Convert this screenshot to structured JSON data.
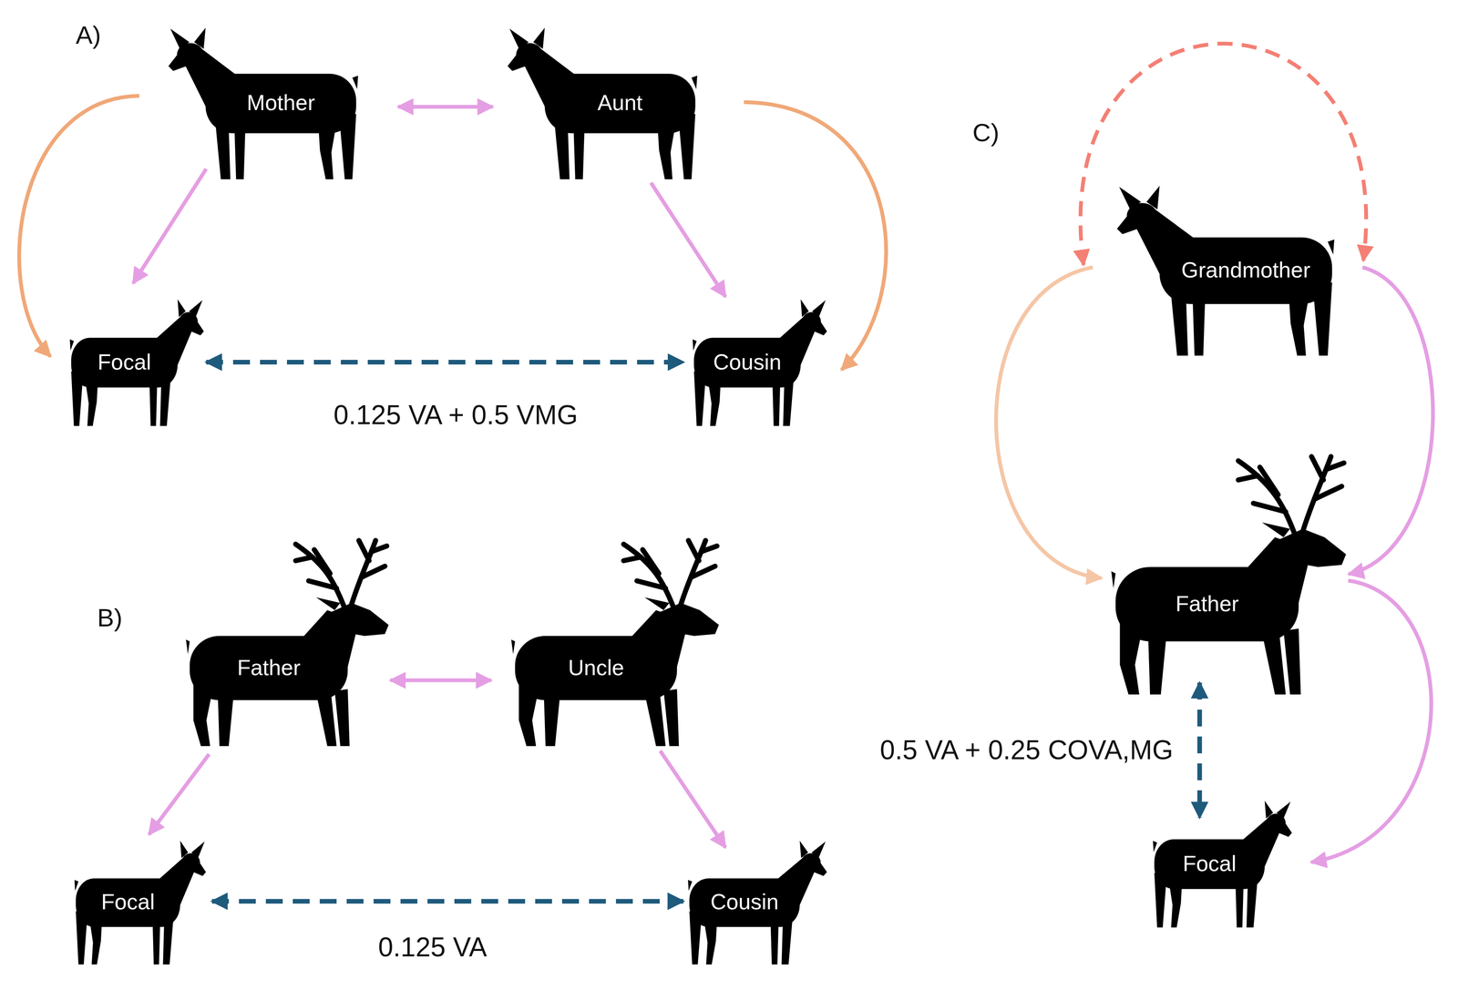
{
  "diagram": {
    "nodes": [
      {
        "text": [
          "Mother"
        ]
      },
      {
        "text": [
          "Aunt"
        ]
      },
      {
        "text": [
          "Focal"
        ]
      },
      {
        "text": [
          "Cousin"
        ]
      },
      {
        "text": [
          "Father"
        ]
      },
      {
        "text": [
          "Uncle"
        ]
      },
      {
        "text": [
          "Focal"
        ]
      },
      {
        "text": [
          "Cousin"
        ]
      },
      {
        "text": [
          "Grandmother"
        ]
      },
      {
        "text": [
          "Father"
        ]
      },
      {
        "text": [
          "Focal"
        ]
      }
    ],
    "edges": [
      {
        "from": 0,
        "to": 1,
        "arrow": "both"
      },
      {
        "from": 0,
        "to": 2,
        "arrow": "to"
      },
      {
        "from": 0,
        "to": 2,
        "arrow": "to"
      },
      {
        "from": 1,
        "to": 3,
        "arrow": "to"
      },
      {
        "from": 1,
        "to": 3,
        "arrow": "to"
      },
      {
        "from": 2,
        "to": 3,
        "arrow": "both",
        "label": "0.125 VA + 0.5 VMG"
      },
      {
        "from": 4,
        "to": 5,
        "arrow": "both"
      },
      {
        "from": 4,
        "to": 6,
        "arrow": "to"
      },
      {
        "from": 5,
        "to": 7,
        "arrow": "to"
      },
      {
        "from": 6,
        "to": 7,
        "arrow": "both",
        "label": "0.125 VA"
      },
      {
        "from": 8,
        "to": 8,
        "arrow": "both"
      },
      {
        "from": 8,
        "to": 9,
        "arrow": "to"
      },
      {
        "from": 8,
        "to": 9,
        "arrow": "to"
      },
      {
        "from": 9,
        "to": 10,
        "arrow": "to"
      },
      {
        "from": 9,
        "to": 10,
        "arrow": "both",
        "label": "0.5 VA + 0.25 COVA,MG"
      }
    ],
    "labels": [
      "A)",
      "B)",
      "C)"
    ]
  }
}
